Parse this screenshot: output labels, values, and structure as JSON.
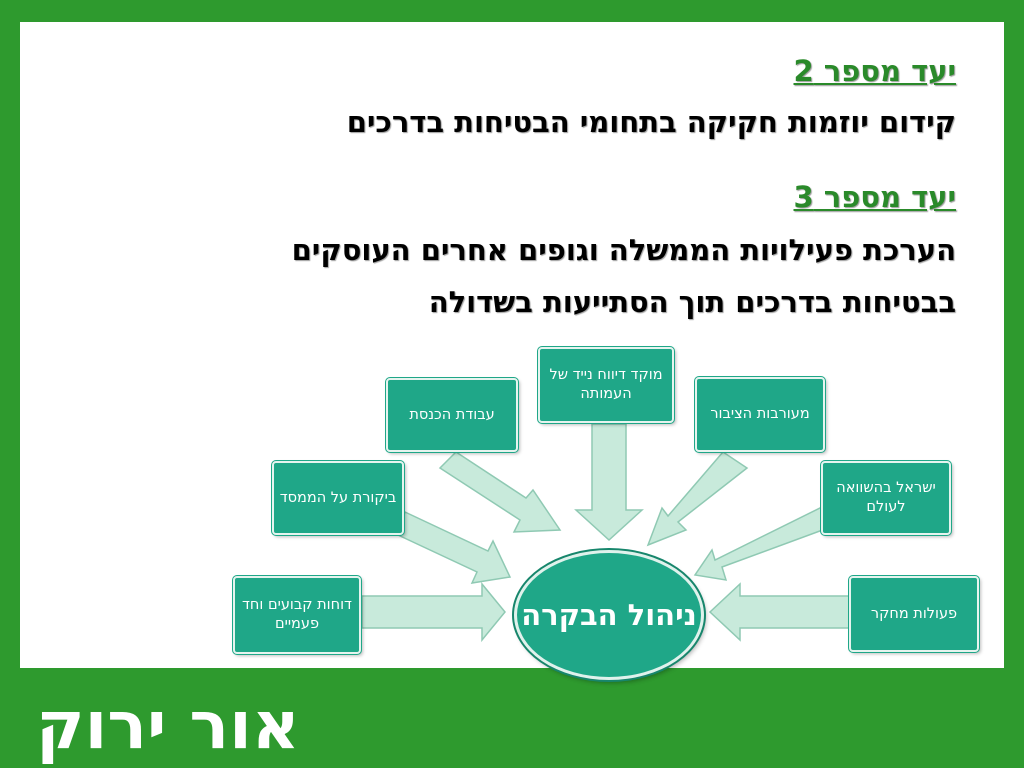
{
  "goals": [
    {
      "label": "יעד מספר 2",
      "text": "קידום יוזמות חקיקה בתחומי הבטיחות בדרכים"
    },
    {
      "label": "יעד מספר 3",
      "text": "הערכת פעילויות הממשלה וגופים אחרים העוסקים בבטיחות בדרכים תוך הסתייעות בשדולה"
    }
  ],
  "diagram": {
    "center": "ניהול הבקרה",
    "nodes": [
      {
        "id": "reports",
        "label": "דוחות קבועים וחד פעמיים"
      },
      {
        "id": "state-comptroller",
        "label": "ביקורת על הממסד"
      },
      {
        "id": "knesset-work",
        "label": "עבודת הכנסת"
      },
      {
        "id": "hotline",
        "label": "מוקד דיווח נייד של העמותה"
      },
      {
        "id": "public-involvement",
        "label": "מעורבות הציבור"
      },
      {
        "id": "israel-comparison",
        "label": "ישראל בהשוואה לעולם"
      },
      {
        "id": "research",
        "label": "פעולות מחקר"
      }
    ]
  },
  "logo": {
    "text": "אור ירוק"
  },
  "colors": {
    "frame": "#2e9a2e",
    "node_fill": "#1fa788",
    "arrow_fill": "#c8eadb",
    "goal_label": "#2a8a2a"
  }
}
